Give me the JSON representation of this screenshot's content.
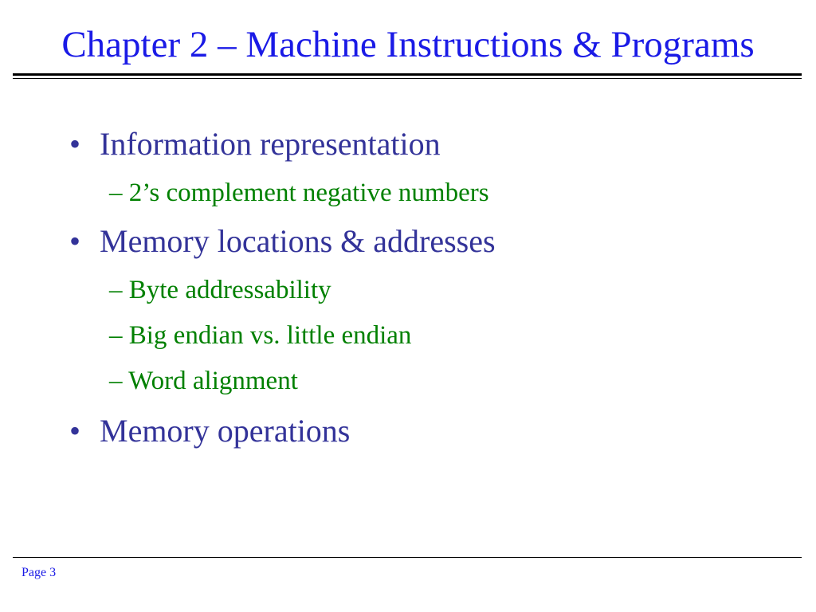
{
  "slide": {
    "title": "Chapter 2 – Machine Instructions & Programs",
    "bullet_glyph": "•",
    "items": [
      {
        "text": "Information representation",
        "subitems": [
          "– 2’s complement negative numbers"
        ]
      },
      {
        "text": "Memory locations & addresses",
        "subitems": [
          "– Byte addressability",
          "– Big endian vs. little endian",
          "– Word alignment"
        ]
      },
      {
        "text": "Memory operations",
        "subitems": []
      }
    ],
    "footer": "Page 3"
  },
  "colors": {
    "title": "#1a1ae6",
    "level1": "#333399",
    "level2": "#008000",
    "rules": "#000000",
    "footer": "#1a1ae6"
  }
}
